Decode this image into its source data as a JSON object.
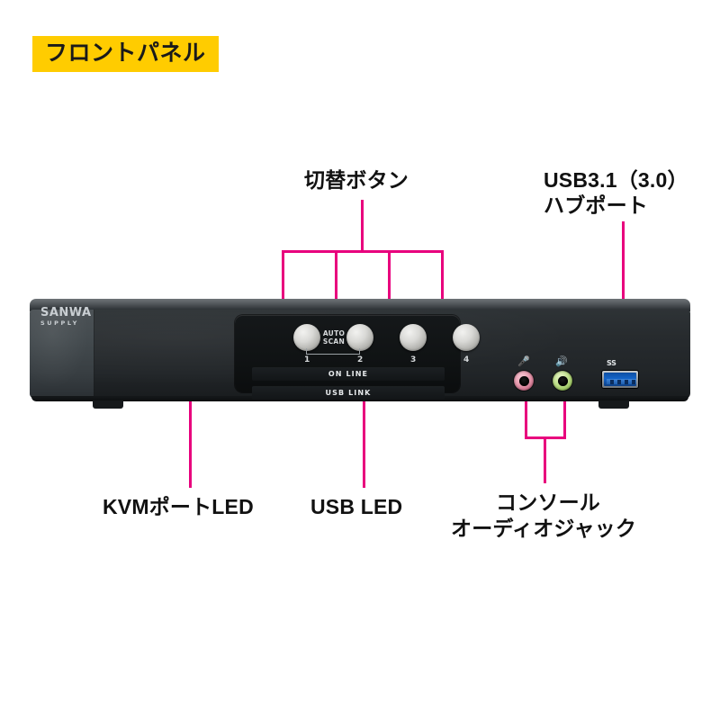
{
  "page": {
    "title_badge": "フロントパネル",
    "accent_color": "#e8007d",
    "badge_bg": "#ffcc00"
  },
  "callouts": {
    "switch_button": "切替ボタン",
    "usb_hub_port_line1": "USB3.1（3.0）",
    "usb_hub_port_line2": "ハブポート",
    "kvm_port_led": "KVMポートLED",
    "usb_led": "USB LED",
    "console_audio_line1": "コンソール",
    "console_audio_line2": "オーディオジャック"
  },
  "device": {
    "brand_line1": "SANWA",
    "brand_line2": "SUPPLY",
    "auto_scan_line1": "AUTO",
    "auto_scan_line2": "SCAN",
    "buttons": [
      {
        "number": "1"
      },
      {
        "number": "2"
      },
      {
        "number": "3"
      },
      {
        "number": "4"
      }
    ],
    "led_rows": [
      {
        "label": "ON LINE"
      },
      {
        "label": "USB LINK"
      }
    ],
    "jacks": [
      {
        "name": "microphone",
        "icon": "mic-icon",
        "glyph": "Ἲ4",
        "color": "#e79aae"
      },
      {
        "name": "speaker",
        "icon": "speaker-icon",
        "glyph": "ὐA",
        "color": "#bfe08a"
      }
    ],
    "usb_port": {
      "marking": "SS",
      "color": "#1464c8"
    }
  }
}
